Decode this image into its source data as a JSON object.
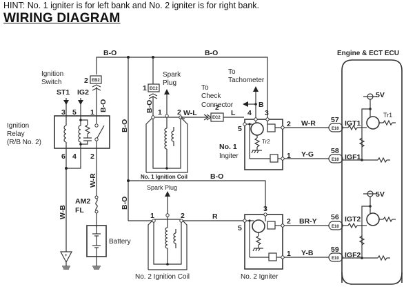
{
  "hint": "HINT: No. 1 igniter is for left bank and No. 2 igniter is for right bank.",
  "title": "WIRING DIAGRAM",
  "diagram": {
    "ignition_switch": {
      "label_line1": "Ignition",
      "label_line2": "Switch",
      "st1": "ST1",
      "ig2": "IG2"
    },
    "ignition_relay": {
      "label_line1": "Ignition",
      "label_line2": "Relay",
      "label_line3": "(R/B No. 2)",
      "pins": {
        "p3": "3",
        "p5": "5",
        "p1": "1",
        "p6": "6",
        "p4": "4",
        "p2": "2"
      }
    },
    "connector_eb2": {
      "pin": "2",
      "name": "EB2"
    },
    "connector_ec2_top": {
      "pin": "1",
      "name": "EC2"
    },
    "connector_ec2_mid": {
      "pin": "2",
      "name": "EC2"
    },
    "fusible_link": {
      "line1": "AM2",
      "line2": "FL"
    },
    "battery": "Battery",
    "wires": {
      "bo_top_left": "B-O",
      "bo_top_mid": "B-O",
      "bo_vertical_relay": "B-O",
      "bo_vertical_main": "B-O",
      "bo_coil1": "B-O",
      "bo_mid": "B-O",
      "bo_lower_vertical": "B-O",
      "wr_relay": "W-R",
      "wb": "W-B",
      "wl": "W-L",
      "l": "L",
      "r": "R",
      "wr_ecu": "W-R",
      "yg": "Y-G",
      "bry": "BR-Y",
      "yb": "Y-B"
    },
    "coil1": {
      "label": "No. 1 Ignition Coil",
      "spark_plug_line1": "Spark",
      "spark_plug_line2": "Plug",
      "pin1": "1",
      "pin2": "2"
    },
    "coil2": {
      "label": "No. 2 Ignition Coil",
      "spark_plug": "Spark Plug",
      "pin1": "1",
      "pin2": "2"
    },
    "igniter1": {
      "label_line1": "No. 1",
      "label_line2": "Ingiter",
      "tr": "Tr2",
      "pins": {
        "p4": "4",
        "p3": "3",
        "p5": "5",
        "p2": "2",
        "p1": "1"
      }
    },
    "igniter2": {
      "label": "No. 2 Igniter",
      "pins": {
        "p3": "3",
        "p5": "5",
        "p2": "2",
        "p1": "1"
      }
    },
    "to_tachometer": {
      "line1": "To",
      "line2": "Tachometer"
    },
    "to_check_connector": {
      "line1": "To",
      "line2": "Check",
      "line3": "Connector"
    },
    "b_label": "B",
    "ecu": {
      "title": "Engine & ECT ECU",
      "vcc1": "5V",
      "vcc2": "5V",
      "tr1": "Tr1",
      "igt1": "IGT1",
      "igf1": "IGF1",
      "igt2": "IGT2",
      "igf2": "IGF2",
      "pins": [
        {
          "num": "57",
          "conn": "E10"
        },
        {
          "num": "58",
          "conn": "E10"
        },
        {
          "num": "56",
          "conn": "E10"
        },
        {
          "num": "59",
          "conn": "E10"
        }
      ]
    }
  }
}
